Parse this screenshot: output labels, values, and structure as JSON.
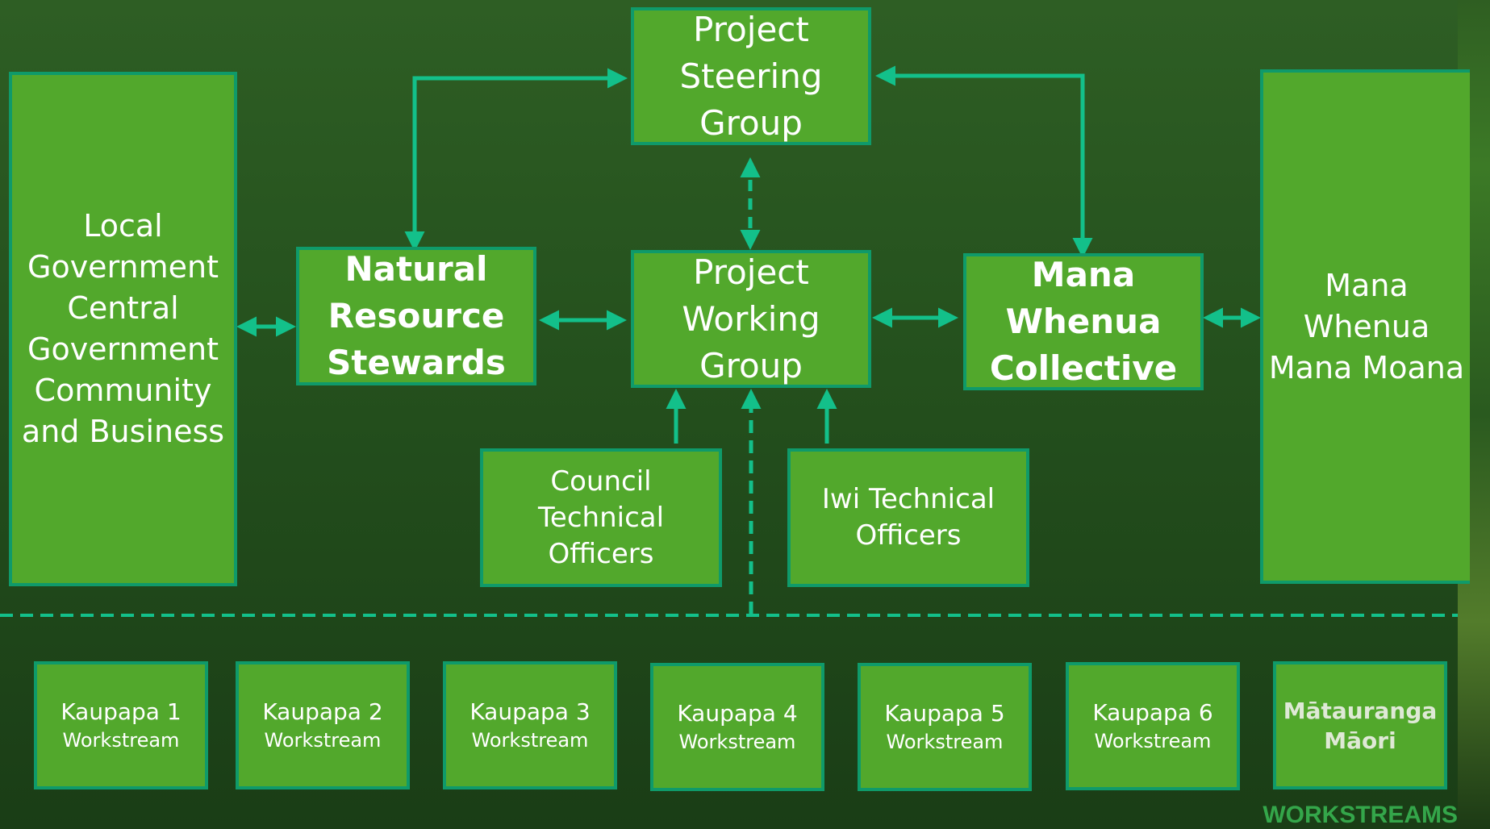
{
  "nodes": {
    "steering": {
      "lines": [
        "Project",
        "Steering",
        "Group"
      ]
    },
    "working": {
      "lines": [
        "Project",
        "Working",
        "Group"
      ]
    },
    "nrs": {
      "lines": [
        "Natural",
        "Resource",
        "Stewards"
      ]
    },
    "mwc": {
      "lines": [
        "Mana",
        "Whenua",
        "Collective"
      ]
    },
    "local": {
      "lines": [
        "Local",
        "Government",
        "Central",
        "Government",
        "Community",
        "and Business"
      ]
    },
    "manawhenua": {
      "lines": [
        "Mana",
        "Whenua",
        "Mana Moana"
      ]
    },
    "council": {
      "lines": [
        "Council",
        "Technical",
        "Officers"
      ]
    },
    "iwi": {
      "lines": [
        "Iwi Technical",
        "Officers"
      ]
    }
  },
  "workstreams": [
    {
      "title": "Kaupapa 1",
      "sub": "Workstream"
    },
    {
      "title": "Kaupapa 2",
      "sub": "Workstream"
    },
    {
      "title": "Kaupapa 3",
      "sub": "Workstream"
    },
    {
      "title": "Kaupapa 4",
      "sub": "Workstream"
    },
    {
      "title": "Kaupapa 5",
      "sub": "Workstream"
    },
    {
      "title": "Kaupapa 6",
      "sub": "Workstream"
    },
    {
      "title": "Mātauranga",
      "sub": "Māori"
    }
  ],
  "workstreams_label": "WORKSTREAMS",
  "colors": {
    "box_fill": "#52a82c",
    "box_border": "#0f9a6a",
    "arrow": "#13c08a",
    "label": "#34a64a"
  }
}
